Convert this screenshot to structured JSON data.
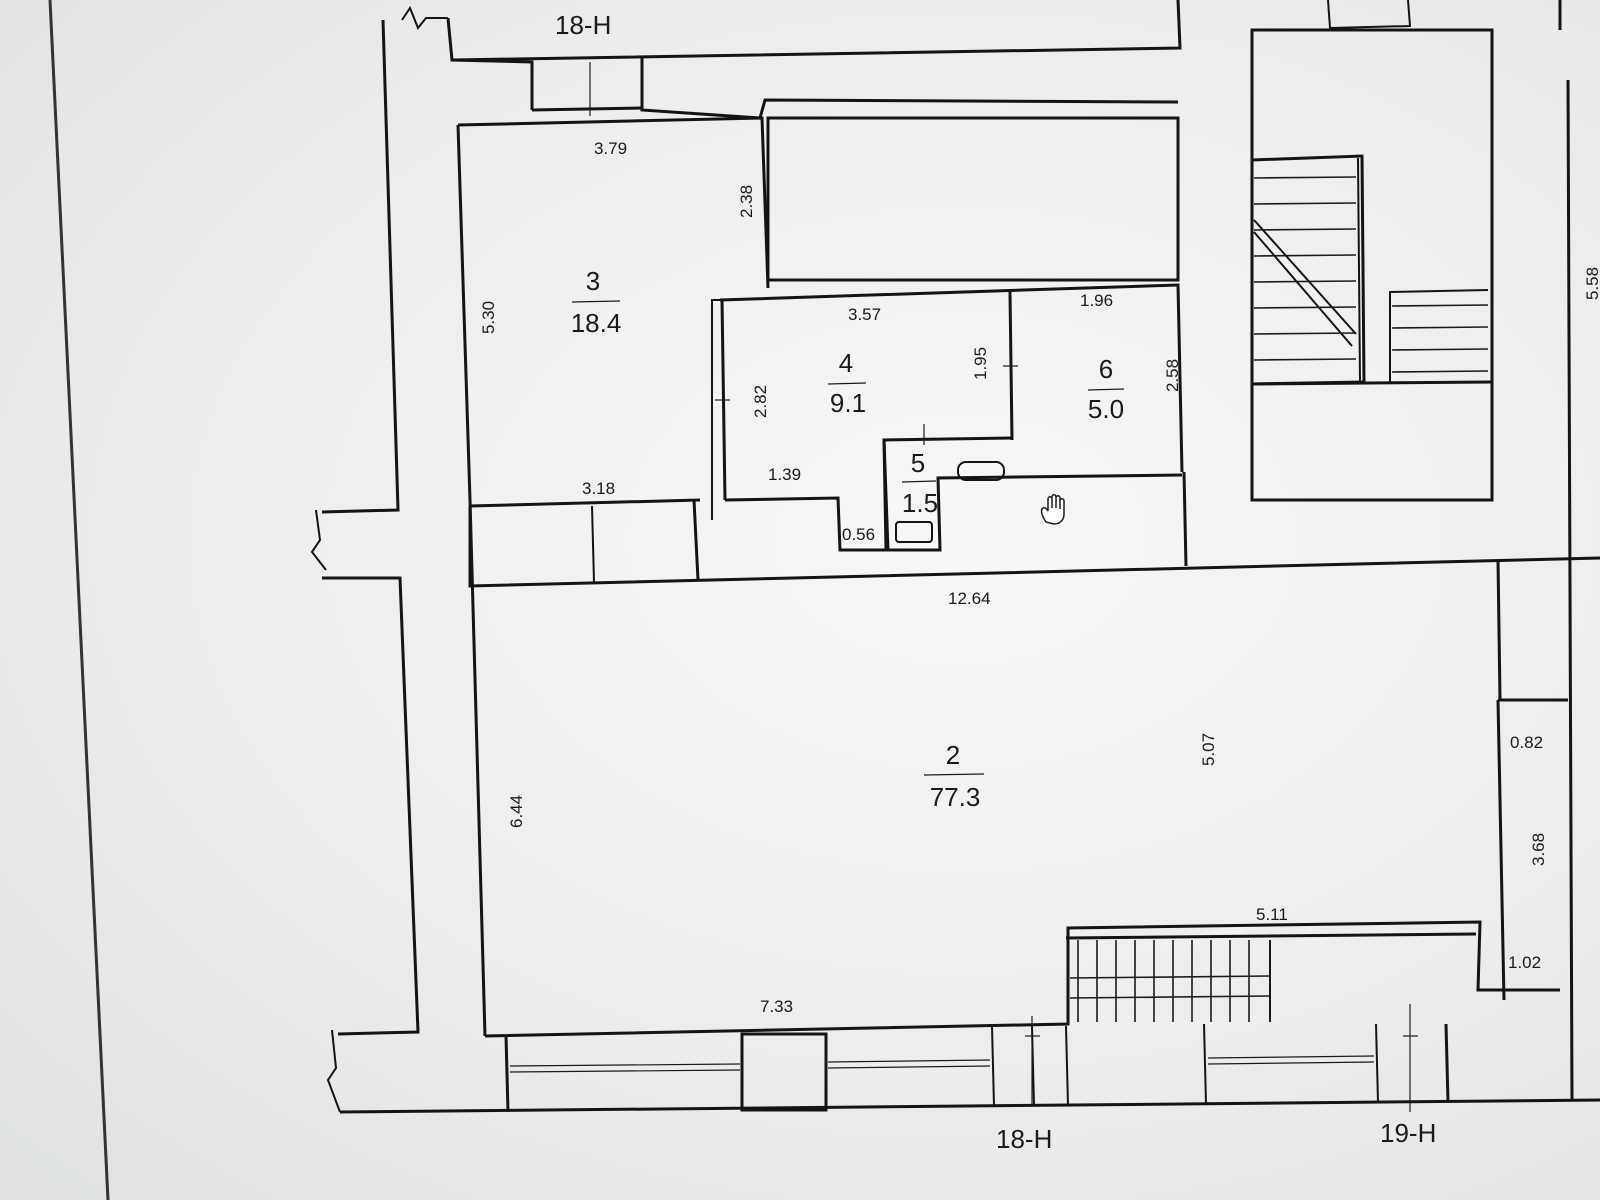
{
  "axes": {
    "top": "18-Н",
    "bottom_left": "18-Н",
    "bottom_right": "19-Н"
  },
  "rooms": [
    {
      "number": "3",
      "area": "18.4"
    },
    {
      "number": "4",
      "area": "9.1"
    },
    {
      "number": "5",
      "area": "1.5"
    },
    {
      "number": "6",
      "area": "5.0"
    },
    {
      "number": "2",
      "area": "77.3"
    }
  ],
  "dimensions": {
    "d379": "3.79",
    "d238": "2.38",
    "d530": "5.30",
    "d357": "3.57",
    "d196": "1.96",
    "d195": "1.95",
    "d258": "2.58",
    "d282": "2.82",
    "d318": "3.18",
    "d139": "1.39",
    "d056": "0.56",
    "d1264": "12.64",
    "d644": "6.44",
    "d507": "5.07",
    "d082": "0.82",
    "d368": "3.68",
    "d511": "5.11",
    "d102": "1.02",
    "d733": "7.33",
    "d558": "5.58"
  },
  "icons": {
    "cursor": "hand-cursor-icon"
  }
}
